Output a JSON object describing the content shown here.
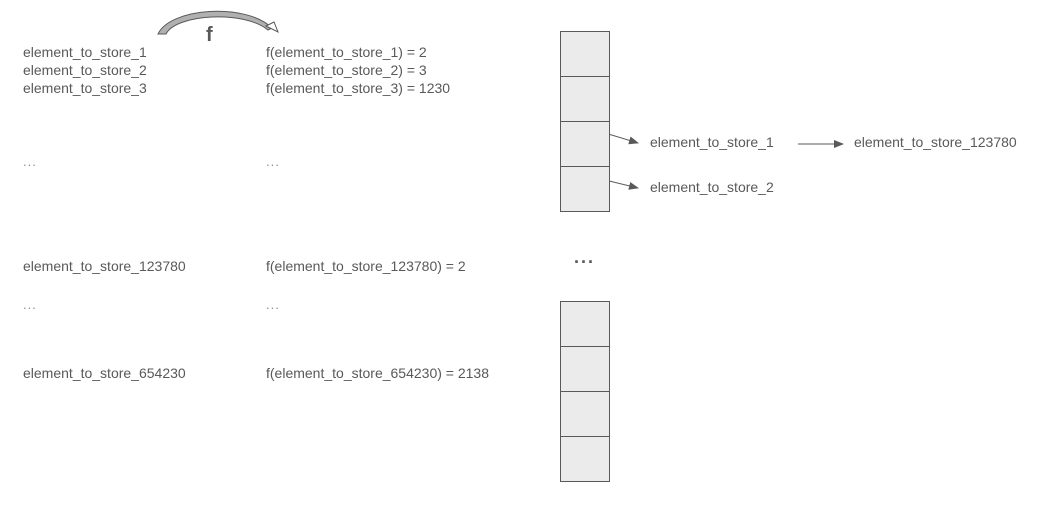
{
  "function_label": "f",
  "left_column": {
    "items": [
      "element_to_store_1",
      "element_to_store_2",
      "element_to_store_3",
      "...",
      "element_to_store_123780",
      "...",
      "element_to_store_654230"
    ]
  },
  "middle_column": {
    "items": [
      "f(element_to_store_1) = 2",
      "f(element_to_store_2) = 3",
      "f(element_to_store_3) = 1230",
      "...",
      "f(element_to_store_123780) = 2",
      "...",
      "f(element_to_store_654230) = 2138"
    ]
  },
  "table": {
    "ellipsis": "..."
  },
  "chains": {
    "slot_2_first": "element_to_store_1",
    "slot_2_second": "element_to_store_123780",
    "slot_3_first": "element_to_store_2"
  },
  "colors": {
    "text": "#595959",
    "cell_fill": "#ebebeb",
    "cell_border": "#595959",
    "arc_fill": "#b0b0b0",
    "arc_stroke": "#595959"
  }
}
